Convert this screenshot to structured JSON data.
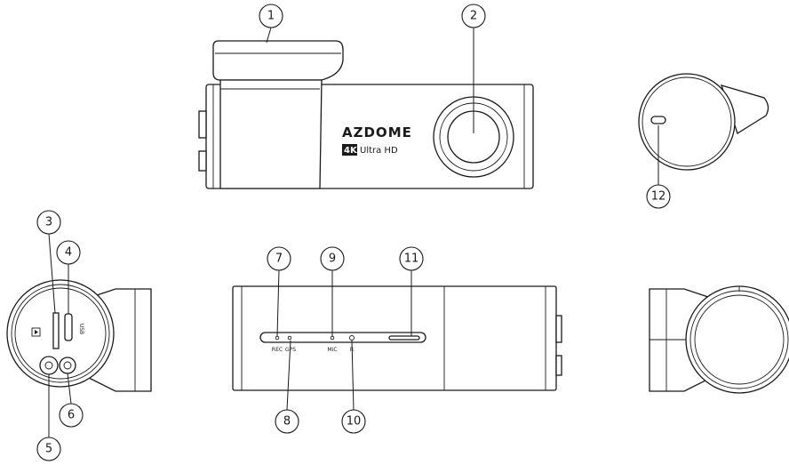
{
  "brand": {
    "logo_text": "AZDOME",
    "badge": "4K",
    "subtitle": "Ultra HD"
  },
  "port_labels": {
    "usb": "USB",
    "rec": "REC",
    "gps": "GPS",
    "mic": "MIC",
    "ir": "R"
  },
  "callouts": [
    "1",
    "2",
    "3",
    "4",
    "5",
    "6",
    "7",
    "8",
    "9",
    "10",
    "11",
    "12"
  ]
}
